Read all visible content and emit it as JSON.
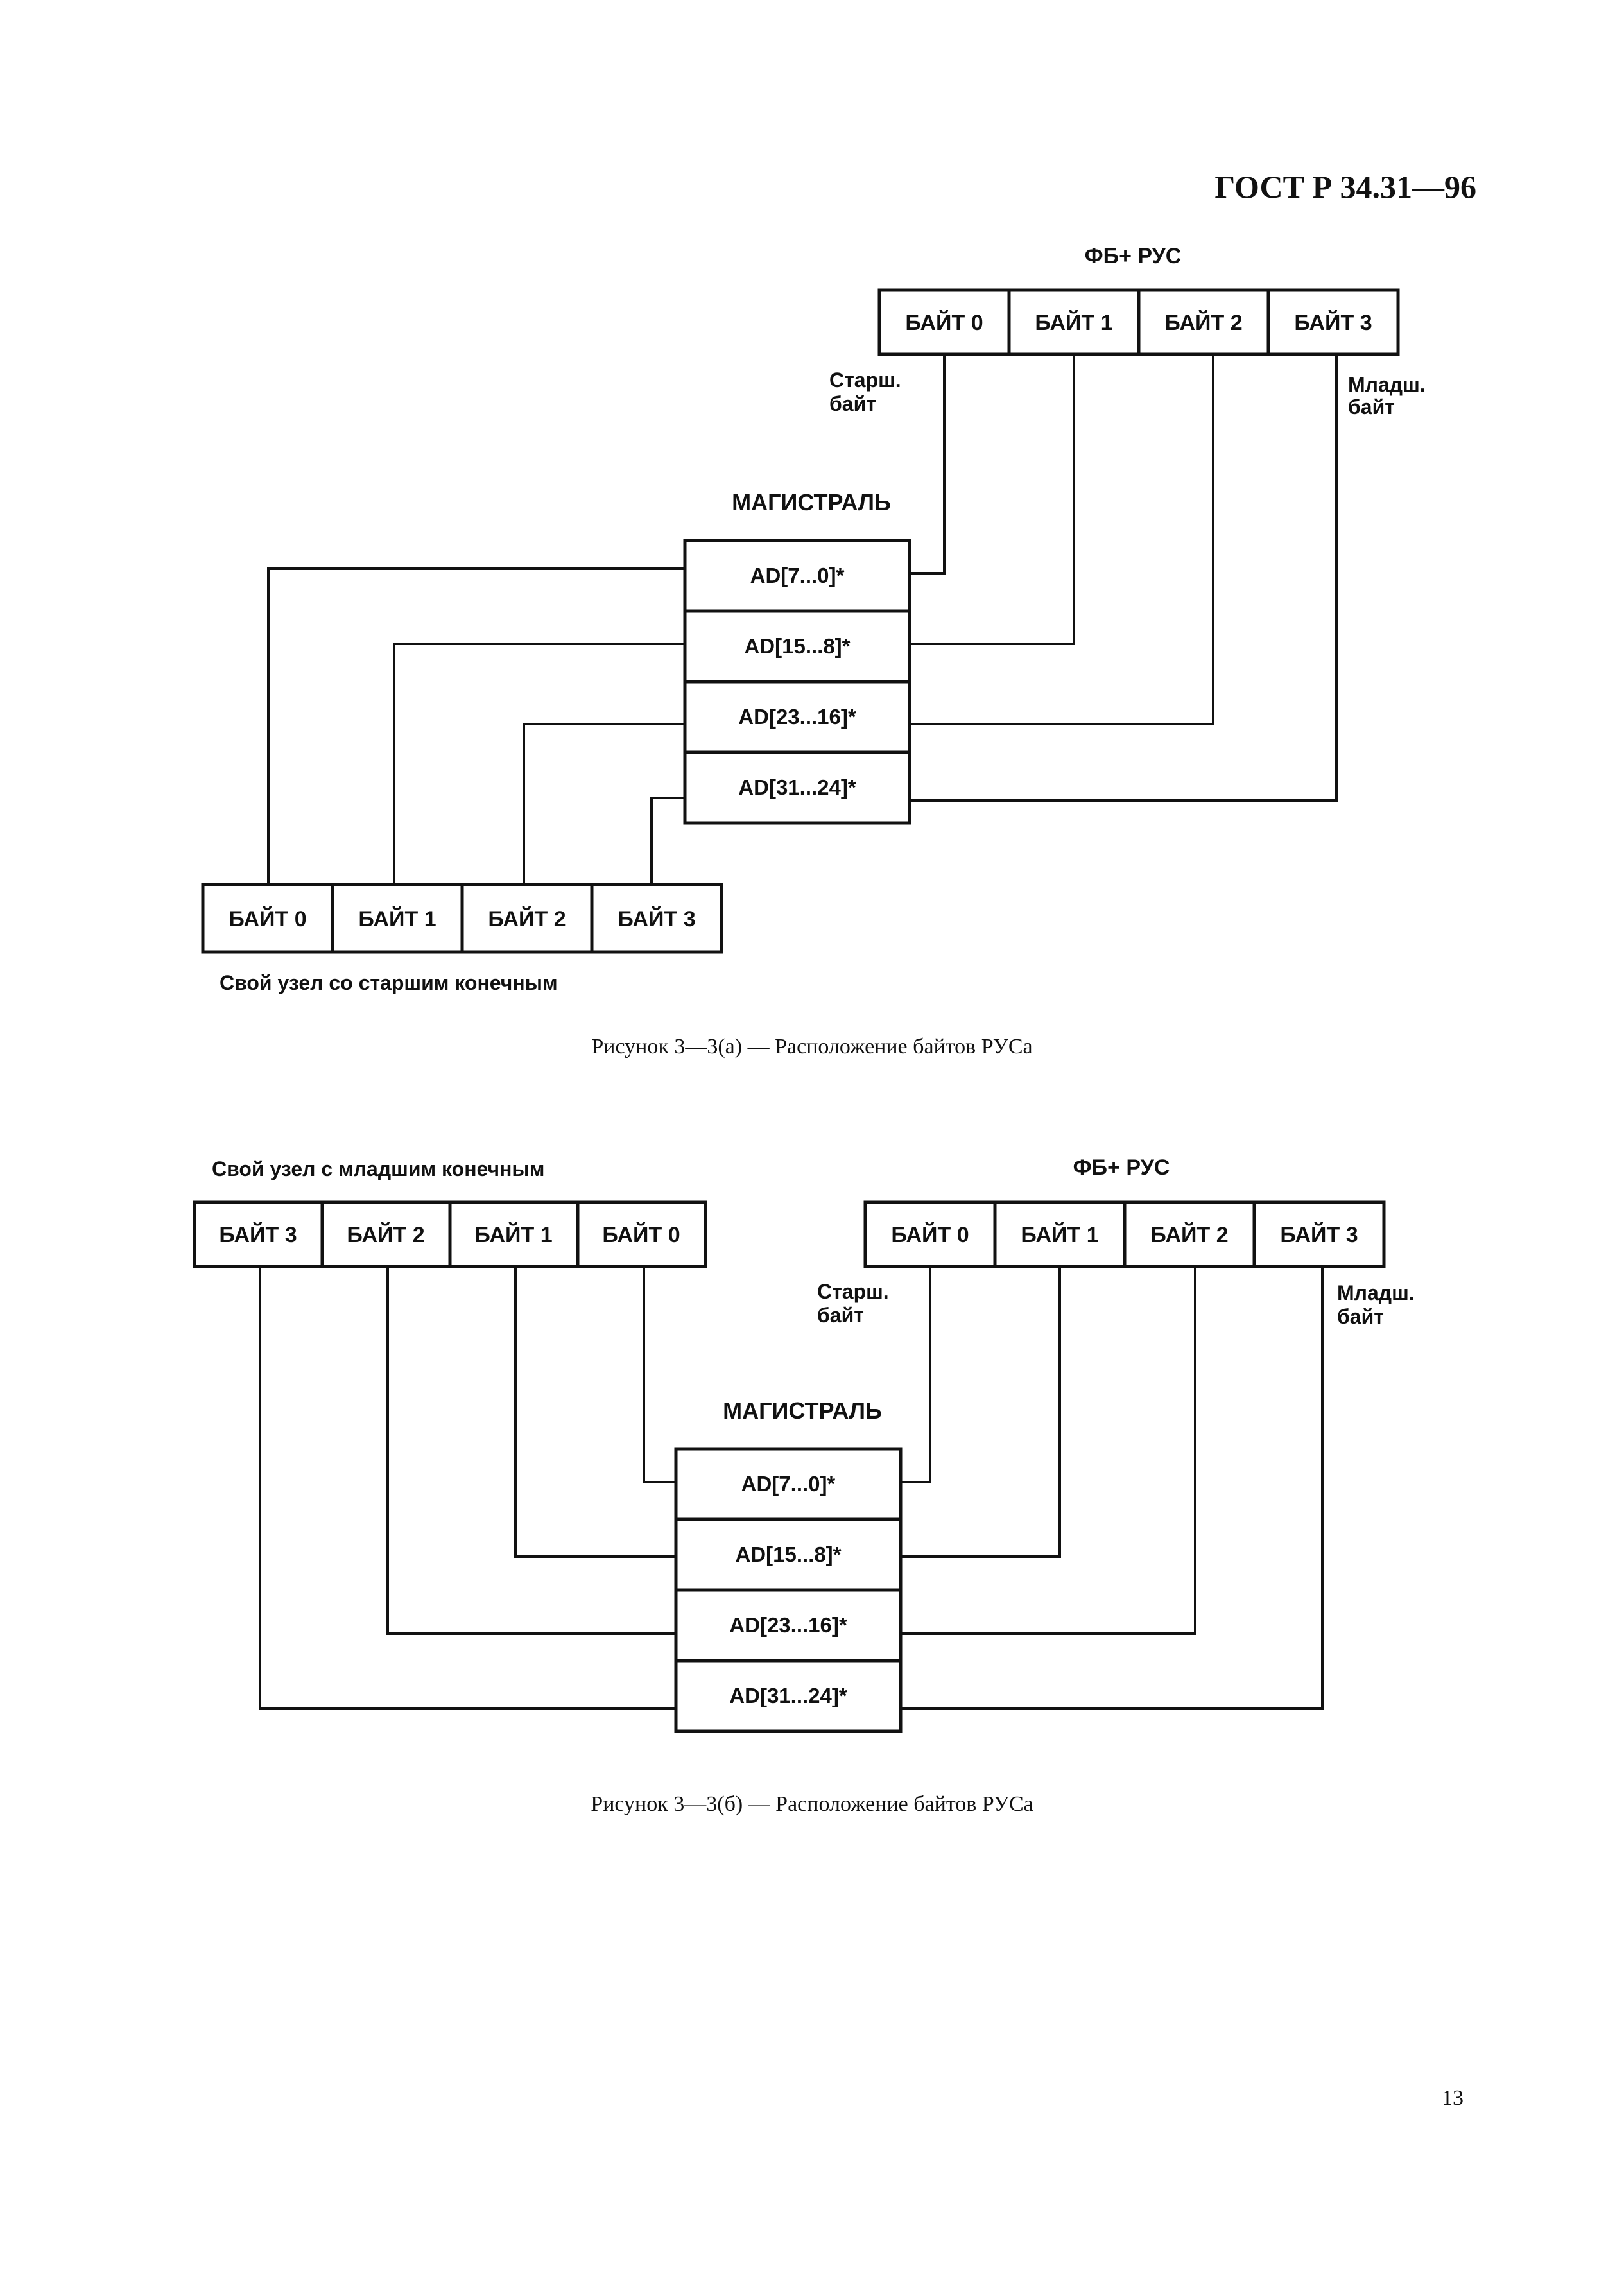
{
  "header": {
    "standard": "ГОСТ Р 34.31—96"
  },
  "figure_a": {
    "top_title": "ФБ+ РУС",
    "top_bytes": [
      "БАЙТ 0",
      "БАЙТ 1",
      "БАЙТ 2",
      "БАЙТ 3"
    ],
    "msb_label": [
      "Старш.",
      "байт"
    ],
    "lsb_label": [
      "Младш.",
      "байт"
    ],
    "bus_title": "МАГИСТРАЛЬ",
    "bus_lines": [
      "AD[7...0]*",
      "AD[15...8]*",
      "AD[23...16]*",
      "AD[31...24]*"
    ],
    "bottom_bytes": [
      "БАЙТ 0",
      "БАЙТ 1",
      "БАЙТ 2",
      "БАЙТ 3"
    ],
    "node_label": "Свой узел со старшим конечным",
    "caption": "Рисунок 3—3(а) — Расположение байтов РУСа"
  },
  "figure_b": {
    "left_title": "Свой узел с младшим конечным",
    "left_bytes": [
      "БАЙТ 3",
      "БАЙТ 2",
      "БАЙТ 1",
      "БАЙТ 0"
    ],
    "right_title": "ФБ+ РУС",
    "right_bytes": [
      "БАЙТ 0",
      "БАЙТ 1",
      "БАЙТ 2",
      "БАЙТ 3"
    ],
    "msb_label": [
      "Старш.",
      "байт"
    ],
    "lsb_label": [
      "Младш.",
      "байт"
    ],
    "bus_title": "МАГИСТРАЛЬ",
    "bus_lines": [
      "AD[7...0]*",
      "AD[15...8]*",
      "AD[23...16]*",
      "AD[31...24]*"
    ],
    "caption": "Рисунок 3—3(б) — Расположение байтов РУСа"
  },
  "footer": {
    "page_number": "13"
  }
}
